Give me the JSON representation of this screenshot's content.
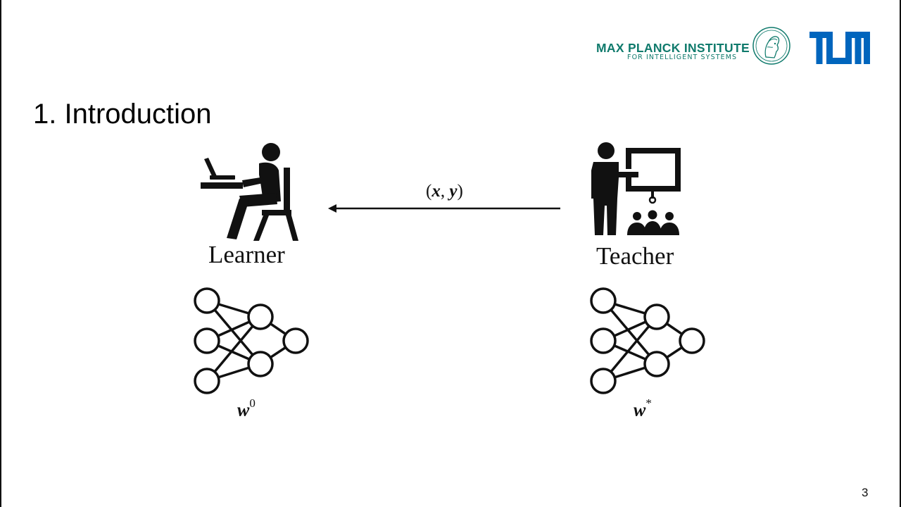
{
  "header": {
    "institute_name": "MAX PLANCK INSTITUTE",
    "institute_subtitle": "FOR INTELLIGENT SYSTEMS",
    "institute_emblem_icon": "minerva-emblem-icon",
    "university_logo_text": "TUM",
    "colors": {
      "institute": "#0f7a6c",
      "university": "#0065bd"
    }
  },
  "slide": {
    "title": "1. Introduction",
    "page_number": "3"
  },
  "diagram": {
    "learner": {
      "label": "Learner",
      "icon": "learner-at-desk-icon",
      "weights_symbol": "w",
      "weights_superscript": "0",
      "network_icon": "neural-network-icon"
    },
    "teacher": {
      "label": "Teacher",
      "icon": "teacher-presenting-icon",
      "weights_symbol": "w",
      "weights_superscript": "*",
      "network_icon": "neural-network-icon"
    },
    "edge": {
      "open": "(",
      "x": "x",
      "separator": ", ",
      "y": "y",
      "close": ")",
      "direction": "teacher-to-learner"
    }
  }
}
